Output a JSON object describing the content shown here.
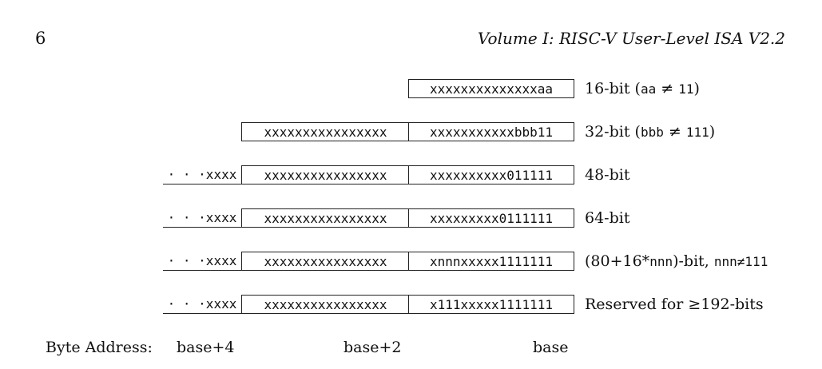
{
  "header": {
    "page_number": "6",
    "running_title": "Volume I: RISC-V User-Level ISA V2.2"
  },
  "formats": [
    {
      "low": "",
      "mid": "",
      "base": "xxxxxxxxxxxxxxaa",
      "label": {
        "prefix": "16-bit (",
        "code1": "aa",
        "middle": " ≠ ",
        "code2": "11",
        "suffix": ")"
      }
    },
    {
      "low": "",
      "mid": "xxxxxxxxxxxxxxxx",
      "base": "xxxxxxxxxxxbbb11",
      "label": {
        "prefix": "32-bit (",
        "code1": "bbb",
        "middle": " ≠ ",
        "code2": "111",
        "suffix": ")"
      }
    },
    {
      "low": "· · ·xxxx",
      "mid": "xxxxxxxxxxxxxxxx",
      "base": "xxxxxxxxxx011111",
      "label": {
        "prefix": "48-bit",
        "code1": "",
        "middle": "",
        "code2": "",
        "suffix": ""
      }
    },
    {
      "low": "· · ·xxxx",
      "mid": "xxxxxxxxxxxxxxxx",
      "base": "xxxxxxxxx0111111",
      "label": {
        "prefix": "64-bit",
        "code1": "",
        "middle": "",
        "code2": "",
        "suffix": ""
      }
    },
    {
      "low": "· · ·xxxx",
      "mid": "xxxxxxxxxxxxxxxx",
      "base": "xnnnxxxxx1111111",
      "label": {
        "prefix": "(80+16*",
        "code1": "nnn",
        "middle": ")-bit, ",
        "code2": "nnn≠111",
        "suffix": ""
      }
    },
    {
      "low": "· · ·xxxx",
      "mid": "xxxxxxxxxxxxxxxx",
      "base": "x111xxxxx1111111",
      "label": {
        "prefix": "Reserved for ≥192-bits",
        "code1": "",
        "middle": "",
        "code2": "",
        "suffix": ""
      }
    }
  ],
  "byte_address": {
    "caption": "Byte Address:",
    "base_plus_4": "base+4",
    "base_plus_2": "base+2",
    "base": "base"
  }
}
